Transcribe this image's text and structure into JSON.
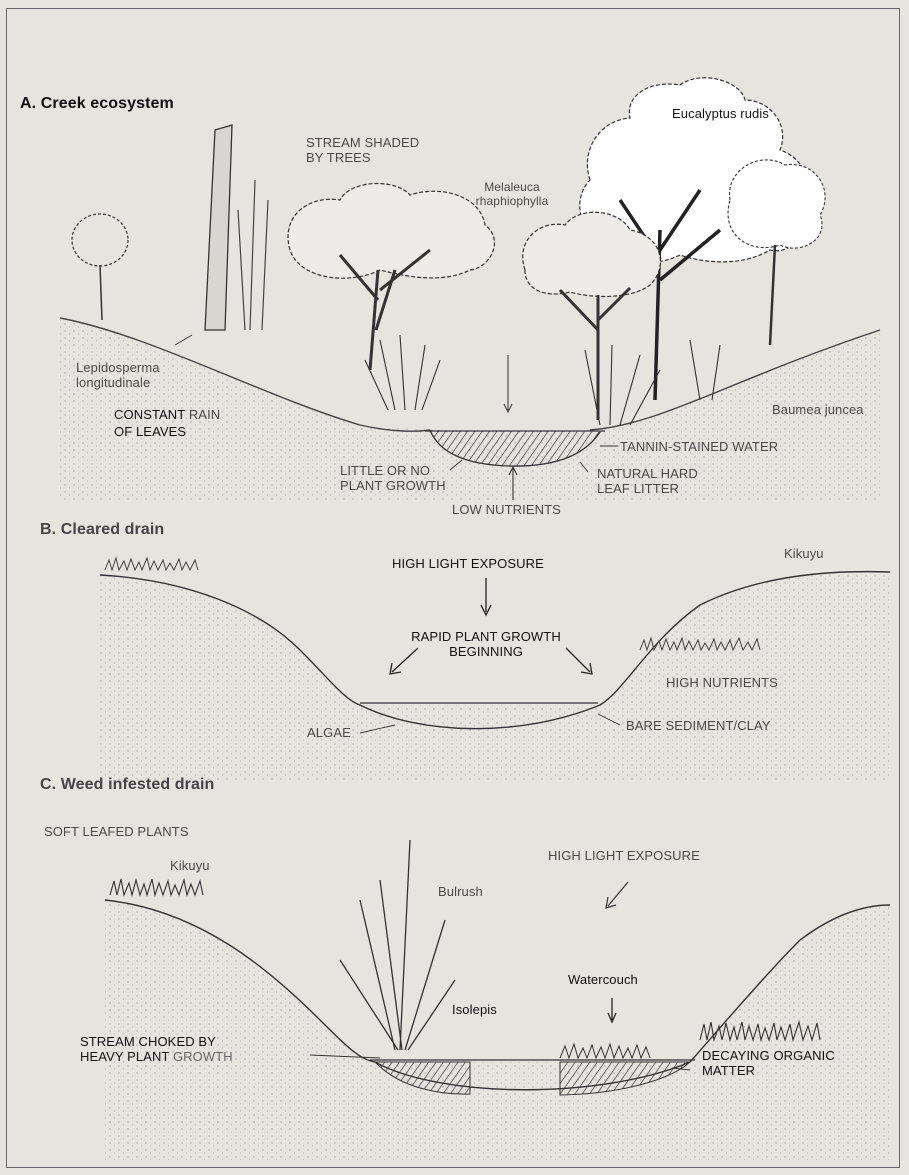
{
  "panel_a": {
    "title": "A. Creek ecosystem",
    "labels": {
      "stream_shaded": "STREAM SHADED\nBY TREES",
      "eucalyptus": "Eucalyptus rudis",
      "melaleuca": "Melaleuca\nrhaphiophylla",
      "lepidosperma": "Lepidosperma\nlongitudinale",
      "constant": "CONSTANT",
      "rain": " RAIN",
      "of_leaves": "OF LEAVES",
      "baumea": "Baumea juncea",
      "tannin": "TANNIN-STAINED WATER",
      "little_growth": "LITTLE OR NO\nPLANT GROWTH",
      "natural_litter": "NATURAL HARD\nLEAF LITTER",
      "low_nutrients": "LOW NUTRIENTS"
    }
  },
  "panel_b": {
    "title": "B. Cleared drain",
    "labels": {
      "kikuyu": "Kikuyu",
      "high_light": "HIGH LIGHT EXPOSURE",
      "rapid_growth": "RAPID PLANT GROWTH\nBEGINNING",
      "high_nutrients": "HIGH NUTRIENTS",
      "algae": "ALGAE",
      "bare_sediment": "BARE SEDIMENT/CLAY"
    }
  },
  "panel_c": {
    "title": "C. Weed infested drain",
    "labels": {
      "soft_leafed": "SOFT LEAFED PLANTS",
      "kikuyu": "Kikuyu",
      "bulrush": "Bulrush",
      "high_light": "HIGH LIGHT EXPOSURE",
      "watercouch": "Watercouch",
      "isolepis": "Isolepis",
      "choked_dark": "STREAM CHOKED BY\nHEAVY PLANT",
      "choked_grey": " GROWTH",
      "decaying": "DECAYING ORGANIC\nMATTER"
    }
  }
}
